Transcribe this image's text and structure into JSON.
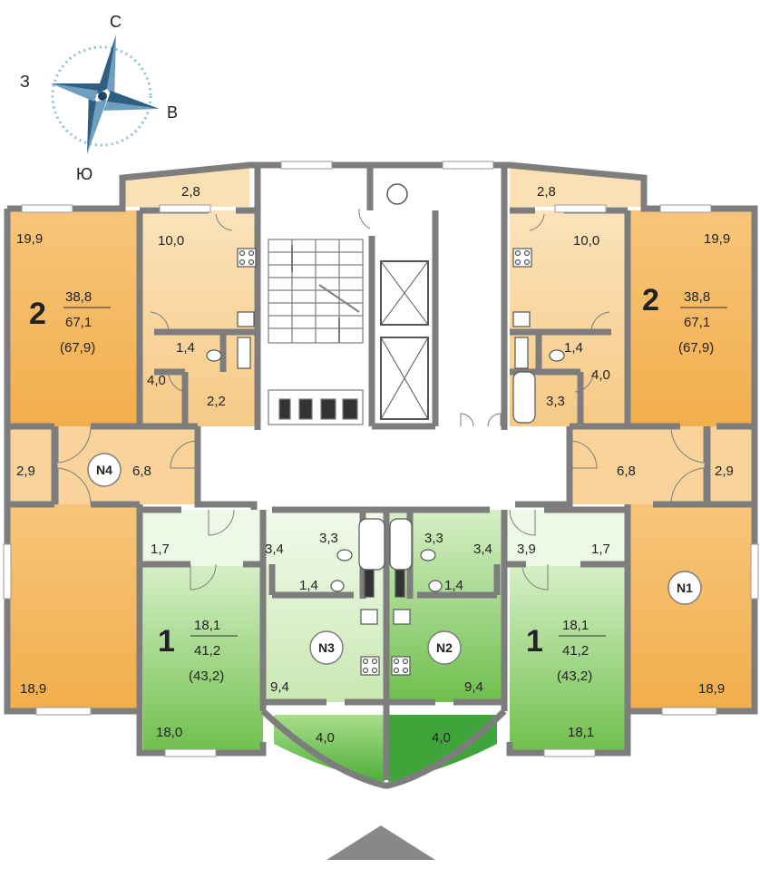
{
  "compass": {
    "north": "С",
    "south": "Ю",
    "west": "З",
    "east": "В"
  },
  "apartments": {
    "n4": {
      "badge": "N4",
      "rooms": "2",
      "living": "38,8",
      "total": "67,1",
      "total_alt": "(67,9)",
      "room_main": "19,9",
      "kitchen": "10,0",
      "balcony": "2,8",
      "bath": "1,4",
      "hall": "4,0",
      "bathroom": "2,2",
      "closet": "2,9",
      "corridor": "6,8",
      "bedroom": "18,9"
    },
    "n1": {
      "badge": "N1",
      "rooms": "2",
      "living": "38,8",
      "total": "67,1",
      "total_alt": "(67,9)",
      "room_main": "19,9",
      "kitchen": "10,0",
      "balcony": "2,8",
      "bath": "1,4",
      "hall": "4,0",
      "bathroom": "3,3",
      "closet": "2,9",
      "corridor": "6,8",
      "bedroom": "18,9"
    },
    "n3": {
      "badge": "N3",
      "bath": "3,3",
      "hall": "3,4",
      "wc": "1,4",
      "kitchen": "9,4",
      "balcony": "4,0"
    },
    "n2": {
      "badge": "N2",
      "bath": "3,3",
      "hall": "3,4",
      "wc": "1,4",
      "kitchen": "9,4",
      "balcony": "4,0"
    },
    "left1": {
      "rooms": "1",
      "living": "18,1",
      "total": "41,2",
      "total_alt": "(43,2)",
      "closet": "1,7",
      "room": "18,0"
    },
    "right1": {
      "rooms": "1",
      "living": "18,1",
      "total": "41,2",
      "total_alt": "(43,2)",
      "closet": "1,7",
      "hall": "3,9",
      "room": "18,1"
    }
  },
  "colors": {
    "wall": "#7d7d7d",
    "orange_dark": "#f3b55a",
    "orange_light": "#fbe0b3",
    "green_dark": "#86c968",
    "green_light": "#d9efcb",
    "compass": "#4a7fa3"
  }
}
